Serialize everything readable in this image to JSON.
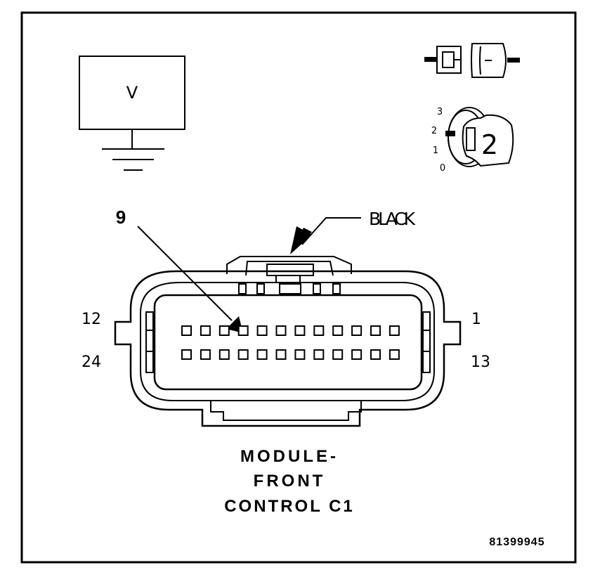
{
  "voltmeter": {
    "symbol": "V"
  },
  "ignition": {
    "positions": [
      "3",
      "2",
      "1",
      "0"
    ],
    "key_number": "2"
  },
  "connector": {
    "color_label": "BLACK",
    "callout_pin": "9",
    "pin_labels": {
      "top_left": "12",
      "bottom_left": "24",
      "top_right": "1",
      "bottom_right": "13"
    },
    "pins_per_row": 12,
    "rows": 2
  },
  "caption": {
    "line1": "MODULE-",
    "line2": "FRONT",
    "line3": "CONTROL C1"
  },
  "figure_id": "81399945"
}
